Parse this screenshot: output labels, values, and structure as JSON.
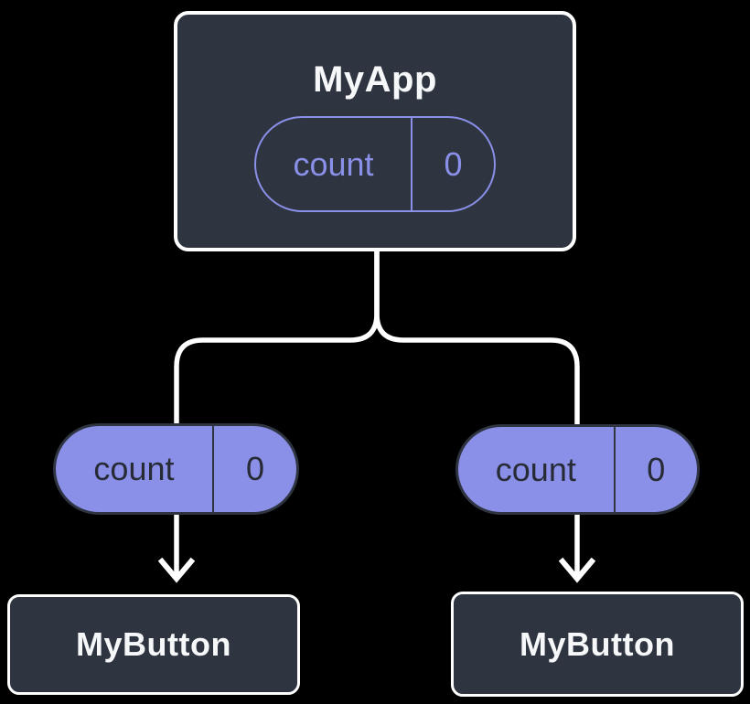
{
  "diagram": {
    "description": "React component tree showing state shared from a parent to two children",
    "root_node": {
      "title": "MyApp",
      "state": {
        "name": "count",
        "value": "0"
      }
    },
    "child_pills": [
      {
        "state": {
          "name": "count",
          "value": "0"
        }
      },
      {
        "state": {
          "name": "count",
          "value": "0"
        }
      }
    ],
    "leaf_nodes": [
      {
        "title": "MyButton"
      },
      {
        "title": "MyButton"
      }
    ],
    "colors": {
      "background": "#000000",
      "node_fill": "#2E3440",
      "node_border": "#FFFFFF",
      "node_text": "#F6F7F9",
      "state_accent": "#8A8FE8",
      "state_dark_text": "#262B35",
      "connector": "#FFFFFF"
    }
  }
}
